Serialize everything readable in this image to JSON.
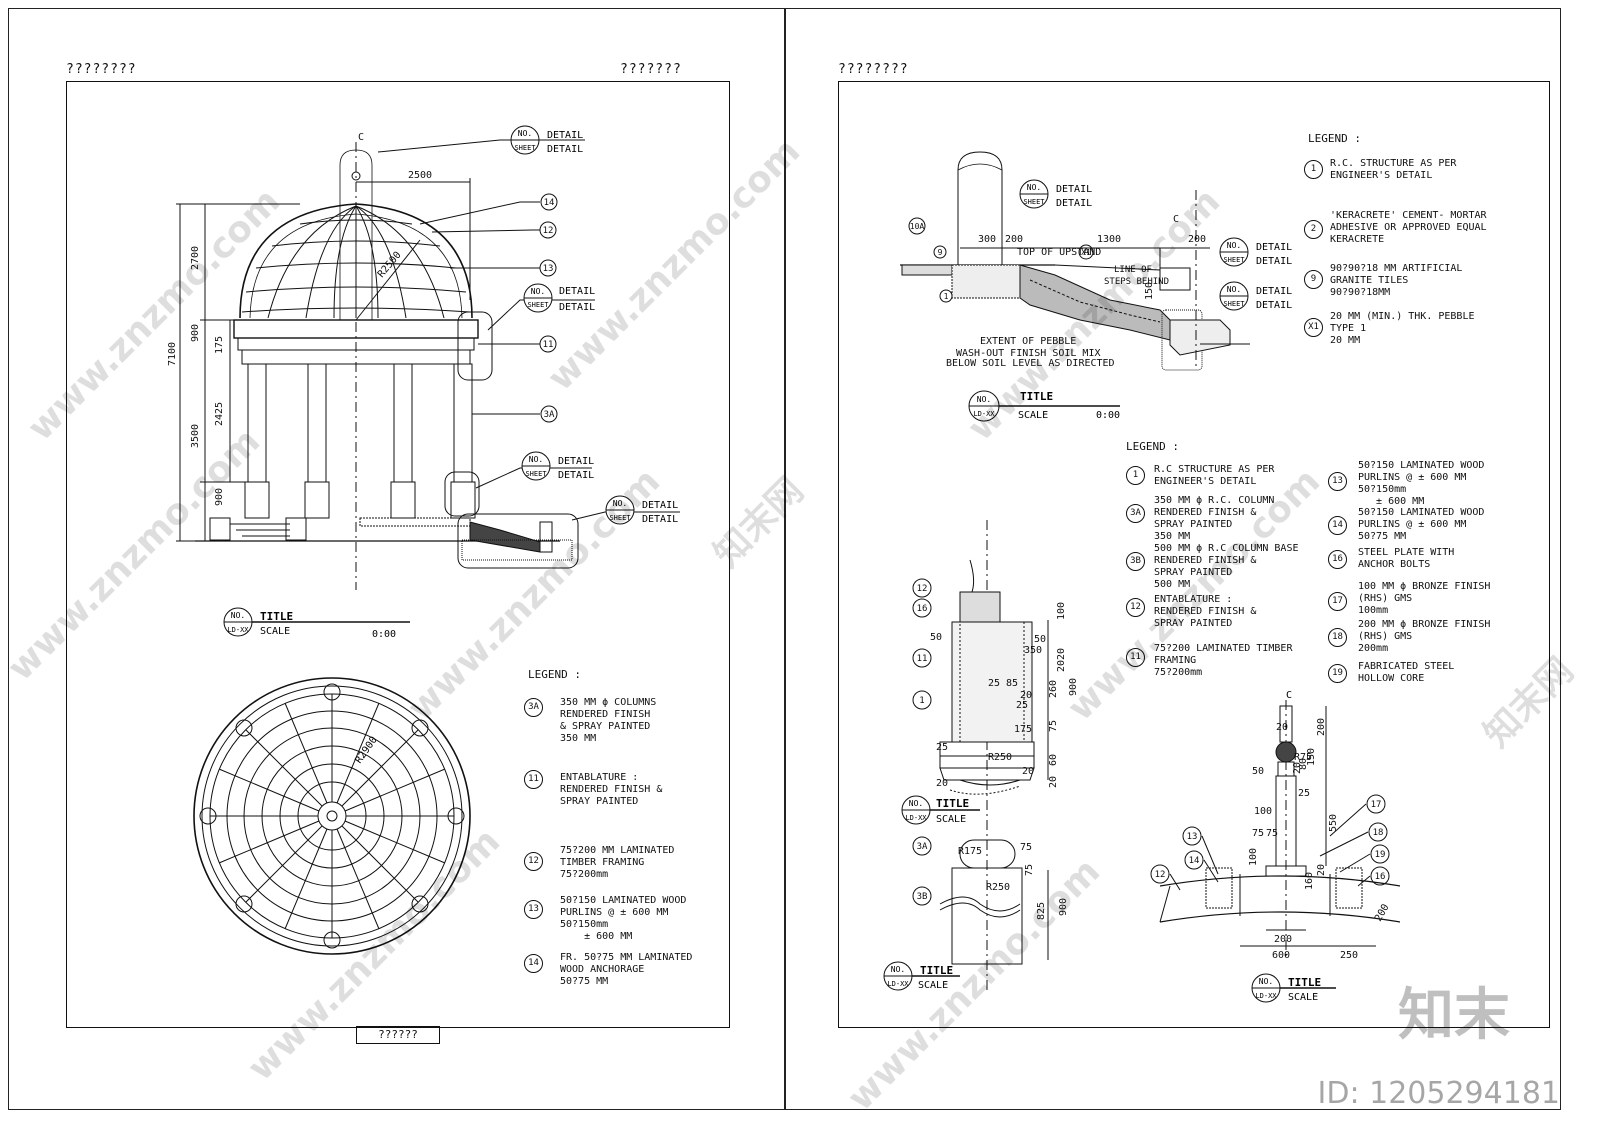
{
  "left_sheet": {
    "header_left": "????????",
    "header_right": "???????",
    "footer_box": "??????",
    "elevation": {
      "detail_callouts": [
        {
          "no": "NO.",
          "sheet": "SHEET",
          "line1": "DETAIL",
          "line2": "DETAIL"
        },
        {
          "no": "NO.",
          "sheet": "SHEET",
          "line1": "DETAIL",
          "line2": "DETAIL"
        },
        {
          "no": "NO.",
          "sheet": "SHEET",
          "line1": "DETAIL",
          "line2": "DETAIL"
        },
        {
          "no": "NO.",
          "sheet": "SHEET",
          "line1": "DETAIL",
          "line2": "DETAIL"
        }
      ],
      "dims": {
        "top_width": "2500",
        "dome_h": "2700",
        "ent_h": "900",
        "total_h": "7100",
        "col_cap": "175",
        "col_h": "2425",
        "col_zone": "3500",
        "base_h": "900",
        "radius": "R2500"
      },
      "centerline": "C",
      "markers": [
        "14",
        "12",
        "13",
        "11",
        "3A"
      ]
    },
    "title_block": {
      "no": "NO.",
      "ref": "LD-XX",
      "title": "TITLE",
      "scale": "SCALE",
      "scale_val": "0:00"
    },
    "plan_radius": "R2900",
    "legend": {
      "title": "LEGEND :",
      "items": [
        {
          "num": "3A",
          "text": "350 MM ϕ COLUMNS\nRENDERED FINISH\n& SPRAY PAINTED\n350 MM"
        },
        {
          "num": "11",
          "text": "ENTABLATURE :\nRENDERED FINISH &\nSPRAY PAINTED"
        },
        {
          "num": "12",
          "text": "75?200 MM LAMINATED\nTIMBER FRAMING\n75?200mm"
        },
        {
          "num": "13",
          "text": "50?150 LAMINATED WOOD\nPURLINS @ ± 600 MM\n50?150mm\n    ± 600 MM"
        },
        {
          "num": "14",
          "text": "FR. 50?75 MM LAMINATED\nWOOD ANCHORAGE\n50?75 MM"
        }
      ]
    }
  },
  "right_sheet": {
    "header_left": "????????",
    "section": {
      "labels": [
        "TOP OF UPSTAND",
        "LINE OF",
        "STEPS BEHIND",
        "EXTENT OF PEBBLE",
        "WASH-OUT FINISH SOIL MIX",
        "BELOW SOIL LEVEL AS DIRECTED"
      ],
      "dims": [
        "300",
        "200",
        "1300",
        "200",
        "150"
      ],
      "markers": [
        "10A",
        "9",
        "1",
        "X1"
      ],
      "callouts": [
        {
          "no": "NO.",
          "sheet": "SHEET",
          "line1": "DETAIL",
          "line2": "DETAIL"
        },
        {
          "no": "NO.",
          "sheet": "SHEET",
          "line1": "DETAIL",
          "line2": "DETAIL"
        },
        {
          "no": "NO.",
          "sheet": "SHEET",
          "line1": "DETAIL",
          "line2": "DETAIL"
        }
      ]
    },
    "title_block_1": {
      "no": "NO.",
      "ref": "LD-XX",
      "title": "TITLE",
      "scale": "SCALE",
      "scale_val": "0:00"
    },
    "legend_top": {
      "title": "LEGEND :",
      "items": [
        {
          "num": "1",
          "text": "R.C. STRUCTURE AS PER\nENGINEER'S DETAIL"
        },
        {
          "num": "2",
          "text": "'KERACRETE' CEMENT- MORTAR\nADHESIVE OR APPROVED EQUAL\nKERACRETE"
        },
        {
          "num": "9",
          "text": "90?90?18 MM ARTIFICIAL\nGRANITE TILES\n90?90?18MM"
        },
        {
          "num": "X1",
          "text": "20 MM (MIN.) THK. PEBBLE\nTYPE 1\n20 MM"
        }
      ]
    },
    "legend_mid": {
      "title": "LEGEND :",
      "col1": [
        {
          "num": "1",
          "text": "R.C STRUCTURE AS PER\nENGINEER'S DETAIL"
        },
        {
          "num": "3A",
          "text": "350 MM ϕ R.C. COLUMN\nRENDERED FINISH &\nSPRAY PAINTED\n350 MM"
        },
        {
          "num": "3B",
          "text": "500 MM ϕ R.C COLUMN BASE\nRENDERED FINISH &\nSPRAY PAINTED\n500 MM"
        },
        {
          "num": "12",
          "text": "ENTABLATURE :\nRENDERED FINISH &\nSPRAY PAINTED"
        },
        {
          "num": "11",
          "text": "75?200 LAMINATED TIMBER\nFRAMING\n75?200mm"
        }
      ],
      "col2": [
        {
          "num": "13",
          "text": "50?150 LAMINATED WOOD\nPURLINS @ ± 600 MM\n50?150mm\n   ± 600 MM"
        },
        {
          "num": "14",
          "text": "50?150 LAMINATED WOOD\nPURLINS @ ± 600 MM\n50?75 MM"
        },
        {
          "num": "16",
          "text": "STEEL PLATE WITH\nANCHOR BOLTS"
        },
        {
          "num": "17",
          "text": "100 MM ϕ BRONZE FINISH\n(RHS) GMS\n100mm"
        },
        {
          "num": "18",
          "text": "200 MM ϕ BRONZE FINISH\n(RHS) GMS\n200mm"
        },
        {
          "num": "19",
          "text": "FABRICATED STEEL\nHOLLOW CORE"
        }
      ]
    },
    "col_detail": {
      "markers": [
        "12",
        "16",
        "11",
        "1",
        "3A",
        "3B"
      ],
      "dims": [
        "100",
        "2020",
        "900",
        "350",
        "260",
        "50",
        "50",
        "25",
        "85",
        "20",
        "25",
        "175",
        "75",
        "25",
        "R250",
        "20",
        "20",
        "60",
        "20",
        "R175",
        "75",
        "75",
        "R250",
        "825",
        "900"
      ]
    },
    "title_block_2": {
      "no": "NO.",
      "ref": "LD-XX",
      "title": "TITLE",
      "scale": "SCALE"
    },
    "title_block_3": {
      "no": "NO.",
      "ref": "LD-XX",
      "title": "TITLE",
      "scale": "SCALE"
    },
    "finial_detail": {
      "markers": [
        "17",
        "18",
        "19",
        "16",
        "13",
        "14",
        "12"
      ],
      "dims": [
        "20",
        "200",
        "R75",
        "50",
        "150",
        "80",
        "20",
        "25",
        "100",
        "550",
        "75",
        "75",
        "100",
        "160",
        "20",
        "200",
        "200",
        "600",
        "250"
      ],
      "centerline": "C"
    },
    "title_block_4": {
      "no": "NO.",
      "ref": "LD-XX",
      "title": "TITLE",
      "scale": "SCALE"
    }
  },
  "watermarks": {
    "site": "www.znzmo.com",
    "cn": "知末网",
    "logo": "知末",
    "id_label": "ID: 1205294181"
  },
  "colors": {
    "ink": "#111111",
    "paper": "#ffffff",
    "hatch": "#555555"
  }
}
